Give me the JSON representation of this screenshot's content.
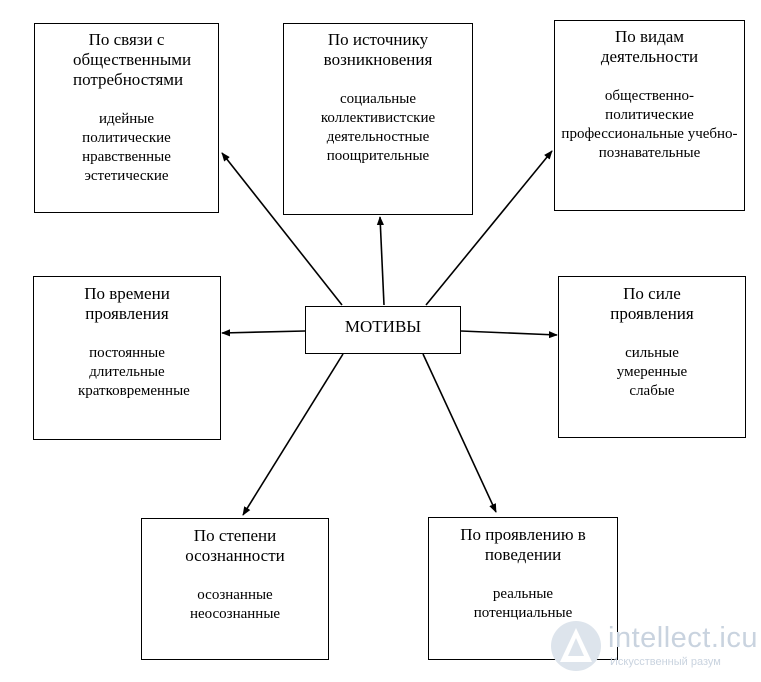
{
  "center": "МОТИВЫ",
  "boxes": {
    "needs": {
      "title": "По связи с общественными потребностями",
      "items": "идейные политические нравственные эстетические"
    },
    "source": {
      "title": "По источнику возникновения",
      "items": "социальные коллективистские деятельностные поощрительные"
    },
    "activity": {
      "title": "По видам деятельности",
      "items": "общественно-политические профессиональные учебно-познавательные"
    },
    "time": {
      "title": "По времени проявления",
      "items": "постоянные длительные кратковременные"
    },
    "strength": {
      "title": "По силе проявления",
      "items": "сильные умеренные слабые"
    },
    "awareness": {
      "title": "По степени осознанности",
      "items": "осознанные неосознанные"
    },
    "behavior": {
      "title": "По проявлению в поведении",
      "items": "реальные потенциальные"
    }
  },
  "watermark": {
    "name": "intellect.icu",
    "tagline": "Искусственный разум"
  }
}
